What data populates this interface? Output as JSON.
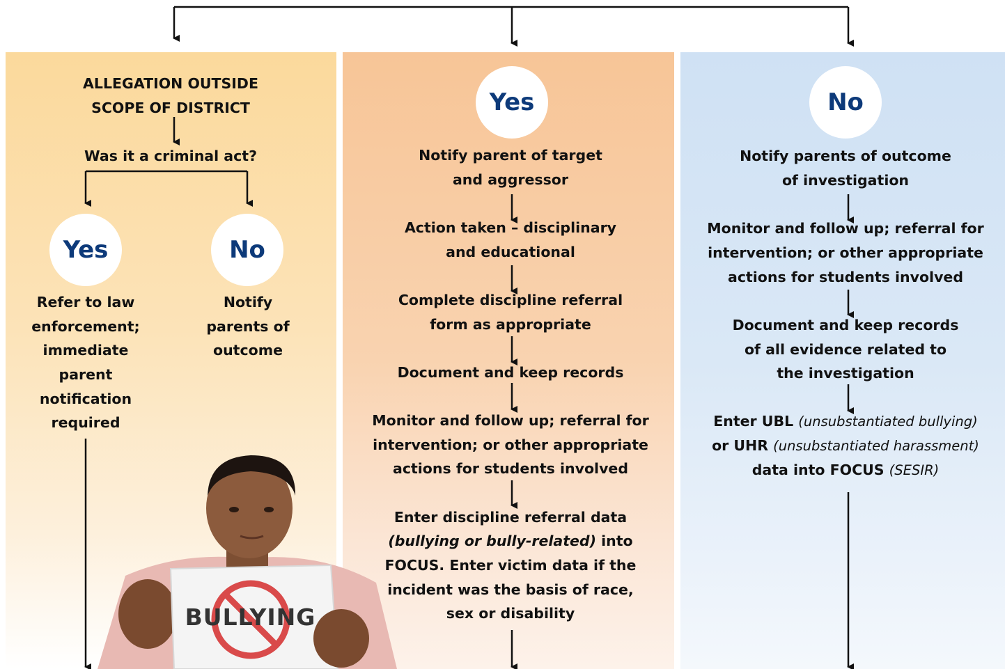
{
  "left": {
    "heading_line1": "ALLEGATION OUTSIDE",
    "heading_line2": "SCOPE OF DISTRICT",
    "question": "Was it a criminal act?",
    "yes_circle": "Yes",
    "no_circle": "No",
    "yes_text": [
      "Refer to law",
      "enforcement;",
      "immediate",
      "parent",
      "notification",
      "required"
    ],
    "no_text": [
      "Notify",
      "parents of",
      "outcome"
    ],
    "sign_text": "BULLYING"
  },
  "middle": {
    "circle": "Yes",
    "steps": [
      [
        "Notify parent of target",
        "and aggressor"
      ],
      [
        "Action taken – disciplinary",
        "and educational"
      ],
      [
        "Complete discipline referral",
        "form as appropriate"
      ],
      [
        "Document and keep records"
      ],
      [
        "Monitor and follow up; referral for",
        "intervention; or other appropriate",
        "actions for students involved"
      ]
    ],
    "last_step": {
      "line1": "Enter discipline referral data",
      "line2_italic": "(bullying or bully-related)",
      "line2_rest": " into",
      "line3": "FOCUS. Enter victim data if the",
      "line4": "incident was the basis of race,",
      "line5": "sex or disability"
    }
  },
  "right": {
    "circle": "No",
    "steps": [
      [
        "Notify parents of outcome",
        "of investigation"
      ],
      [
        "Monitor and follow up; referral for",
        "intervention; or other appropriate",
        "actions for students involved"
      ],
      [
        "Document and keep records",
        "of all evidence related to",
        "the investigation"
      ]
    ],
    "last_step": {
      "enter": "Enter UBL ",
      "ubl_note": "(unsubstantiated bullying)",
      "or_uhr": "or UHR ",
      "uhr_note": "(unsubstantiated harassment)",
      "data_into": "data into FOCUS ",
      "sesir": "(SESIR)"
    }
  }
}
